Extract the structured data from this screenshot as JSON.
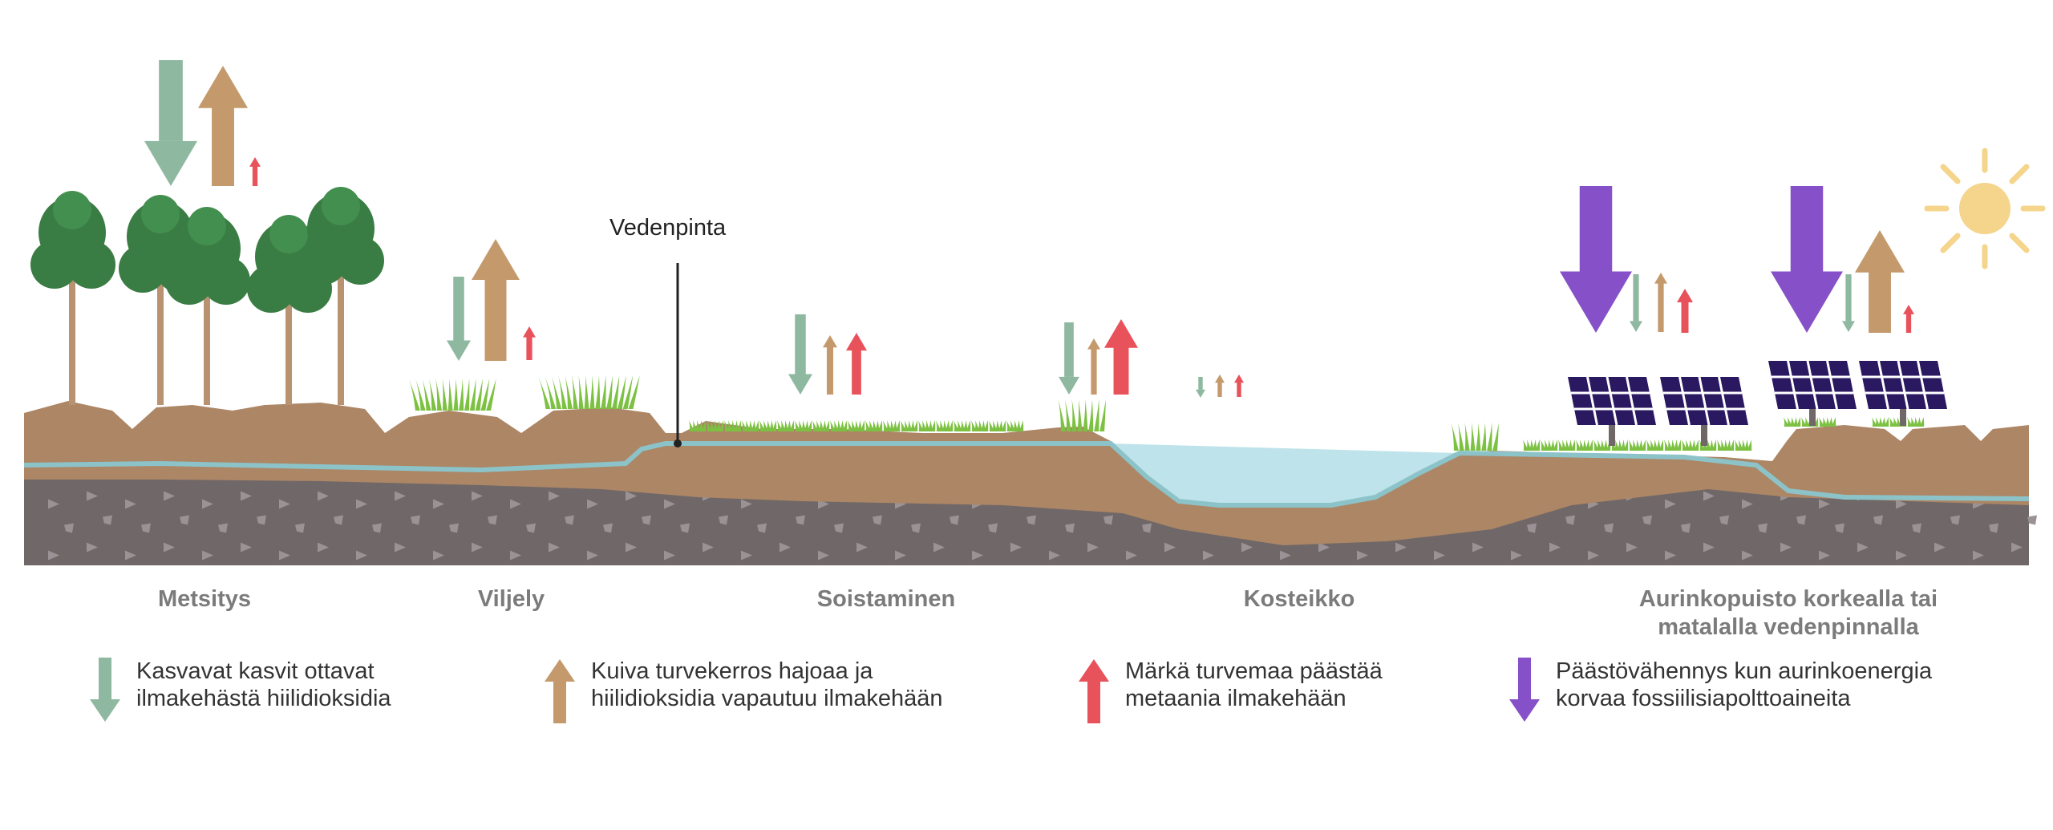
{
  "water_level_label": "Vedenpinta",
  "scenes": [
    {
      "label": "Metsitys"
    },
    {
      "label": "Viljely"
    },
    {
      "label": "Soistaminen"
    },
    {
      "label": "Kosteikko"
    },
    {
      "label": "Aurinkopuisto korkealla tai matalalla vedenpinnalla"
    }
  ],
  "legend": [
    {
      "icon": "green-down-arrow-icon",
      "color": "#8fb8a0",
      "line1": "Kasvavat kasvit ottavat",
      "line2": "ilmakehästä hiilidioksidia"
    },
    {
      "icon": "tan-up-arrow-icon",
      "color": "#c49a6c",
      "line1": "Kuiva turvekerros hajoaa ja",
      "line2": "hiilidioksidia vapautuu ilmakehään"
    },
    {
      "icon": "red-up-arrow-icon",
      "color": "#e8525a",
      "line1": "Märkä turvemaa päästää",
      "line2": "metaania ilmakehään"
    },
    {
      "icon": "purple-down-arrow-icon",
      "color": "#8650c8",
      "line1": "Päästövähennys kun aurinkoenergia",
      "line2": "korvaa fossiilisiapolttoaineita"
    }
  ],
  "colors": {
    "soil": "#ac8665",
    "bedrock": "#6f6768",
    "water": "#bfe3ea",
    "water_line": "#8cc3c9",
    "tree": "#3a7d44",
    "grass": "#7cc142",
    "panel": "#2a1860",
    "sun": "#f5d48c"
  }
}
